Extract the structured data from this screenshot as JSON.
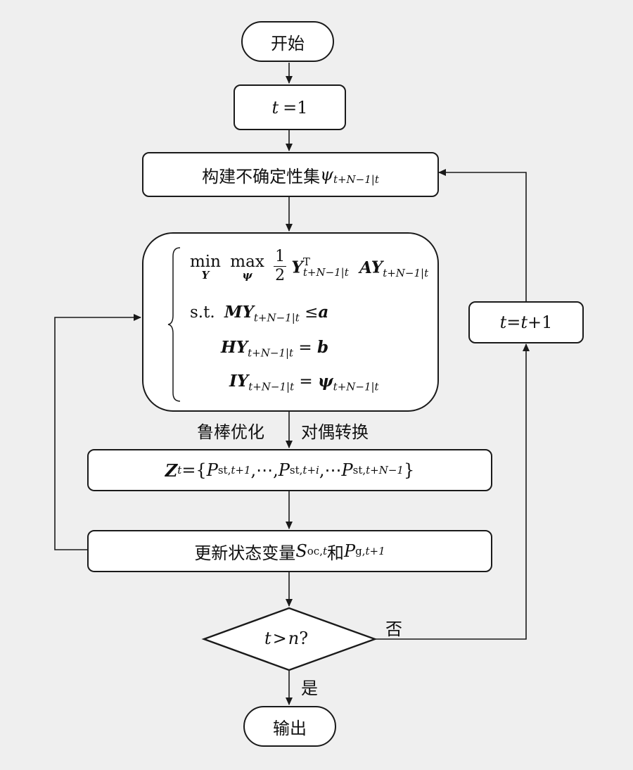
{
  "nodes": {
    "start": "开始",
    "init": {
      "var": "t",
      "op": "=",
      "val": "1"
    },
    "build": {
      "text": "构建不确定性集",
      "sym": "ψ",
      "sub": "t+N−1|t"
    },
    "opt": {
      "obj_min": "min",
      "obj_min_under": "Y",
      "obj_max": "max",
      "obj_max_under": "ψ",
      "frac_num": "1",
      "frac_den": "2",
      "obj_Y": "Y",
      "obj_sub": "t+N−1|t",
      "obj_sup": "T",
      "obj_A": "A",
      "obj_Y2": "Y",
      "obj_sub2": "t+N−1|t",
      "st": "s.t.",
      "c1_M": "M",
      "c1_Y": "Y",
      "c1_sub": "t+N−1|t",
      "c1_op": "≤",
      "c1_rhs": "a",
      "c2_H": "H",
      "c2_Y": "Y",
      "c2_sub": "t+N−1|t",
      "c2_op": "=",
      "c2_rhs": "b",
      "c3_I": "I",
      "c3_Y": "Y",
      "c3_sub": "t+N−1|t",
      "c3_op": "=",
      "c3_rhs": "ψ",
      "c3_rhs_sub": "t+N−1|t"
    },
    "label_left": "鲁棒优化",
    "label_right": "对偶转换",
    "z": {
      "Z": "Z",
      "Z_sub": "t",
      "eq": "={",
      "p1": "P",
      "p1_sub_rm": "st,",
      "p1_sub_it": "t+1",
      "sep1": ",⋯,",
      "p2": "P",
      "p2_sub_rm": "st,",
      "p2_sub_it": "t+i",
      "sep2": ",⋯",
      "p3": "P",
      "p3_sub_rm": "st,",
      "p3_sub_it": "t+N−1",
      "close": "}"
    },
    "update": {
      "text": "更新状态变量",
      "s": "S",
      "s_sub_rm": "oc,",
      "s_sub_it": "t",
      "and": "和",
      "p": "P",
      "p_sub_rm": "g,",
      "p_sub_it": "t+1"
    },
    "decision": {
      "t": "t",
      "op": ">",
      "n": "n",
      "q": "?"
    },
    "no": "否",
    "yes": "是",
    "incr": {
      "l": "t",
      "op": "=",
      "r": "t",
      "plus": "+1"
    },
    "end": "输出"
  }
}
